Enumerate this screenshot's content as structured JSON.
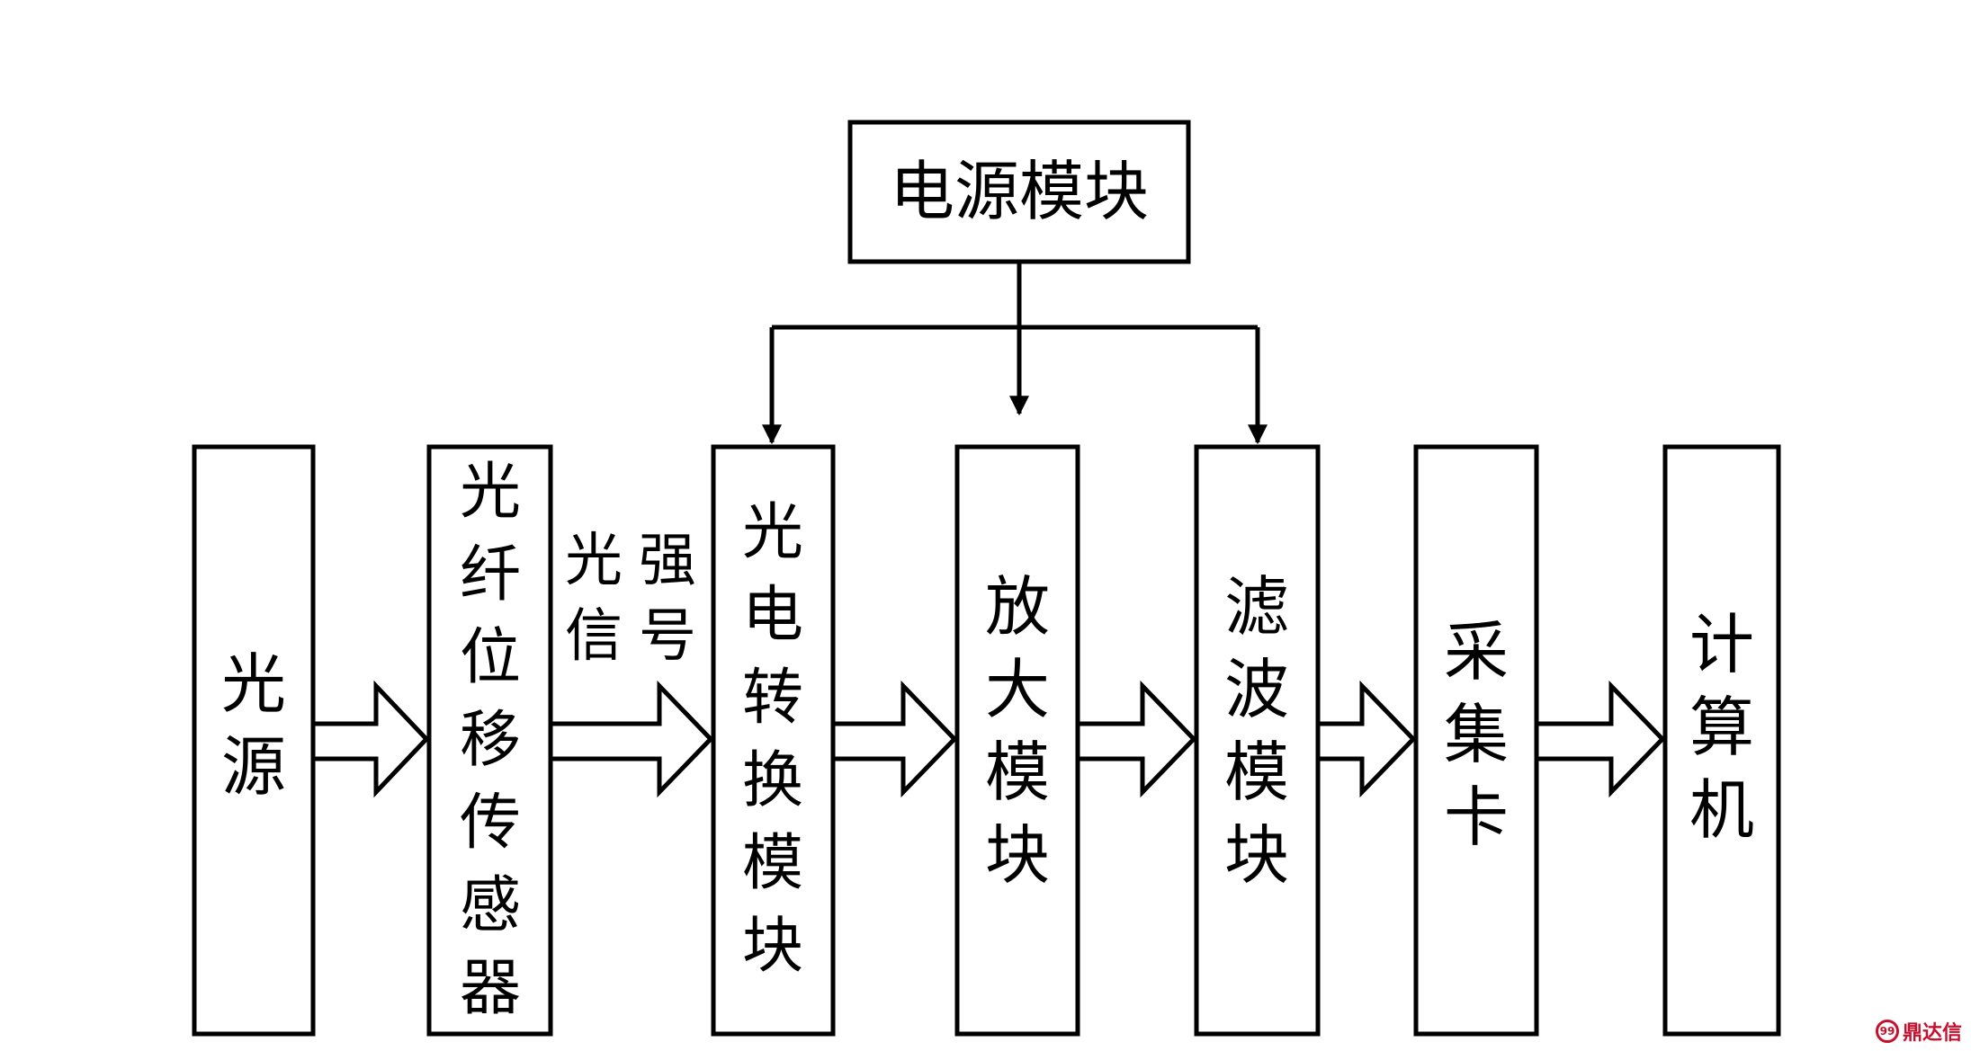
{
  "nodes": {
    "power": "电源模块",
    "light_source": "光源",
    "fiber_sensor": "光纤位移传感器",
    "pe_conversion": "光电转换模块",
    "amplifier": "放大模块",
    "filter": "滤波模块",
    "acquisition": "采集卡",
    "computer": "计算机"
  },
  "edge_labels": {
    "light_signal_col1": "光信",
    "light_signal_col2": "强号"
  },
  "watermark": {
    "logo_text": "99",
    "text": "鼎达信"
  }
}
